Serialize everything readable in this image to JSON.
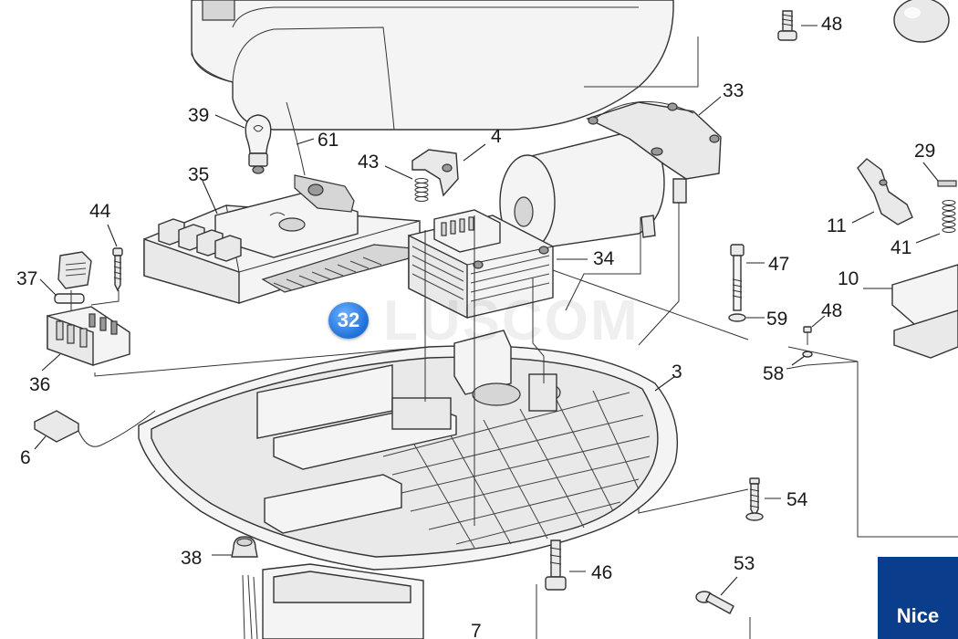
{
  "labels": {
    "l48a": "48",
    "l33": "33",
    "l39": "39",
    "l61": "61",
    "l4": "4",
    "l43": "43",
    "l35": "35",
    "l29": "29",
    "l11": "11",
    "l44": "44",
    "l34": "34",
    "l41": "41",
    "l47": "47",
    "l37": "37",
    "l10": "10",
    "l48b": "48",
    "l59": "59",
    "l58": "58",
    "l36": "36",
    "l3": "3",
    "l6": "6",
    "l54": "54",
    "l38": "38",
    "l46": "46",
    "l53": "53",
    "l7": "7"
  },
  "brand": {
    "text": "Nice",
    "color": "#0a3e8c"
  },
  "watermark": {
    "badge": "32",
    "text": "LUSCOM"
  }
}
